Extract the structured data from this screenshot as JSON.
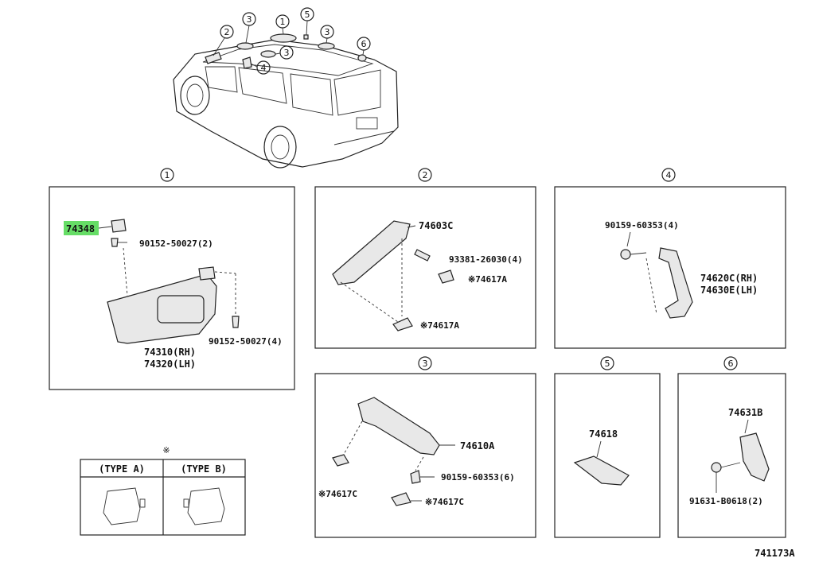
{
  "callouts": {
    "c1": "1",
    "c2": "2",
    "c3": "3",
    "c4": "4",
    "c5": "5",
    "c6": "6"
  },
  "panel1": {
    "highlight_part": "74348",
    "screw_top": "90152-50027(2)",
    "visor_rh": "74310(RH)",
    "visor_lh": "74320(LH)",
    "screw_bottom": "90152-50027(4)"
  },
  "panel2": {
    "grip": "74603C",
    "screw": "93381-26030(4)",
    "cap1": "※74617A",
    "cap2": "※74617A"
  },
  "panel4": {
    "screw": "90159-60353(4)",
    "grip_rh": "74620C(RH)",
    "grip_lh": "74630E(LH)"
  },
  "panel3": {
    "grip": "74610A",
    "screw": "90159-60353(6)",
    "cap_left": "※74617C",
    "cap_right": "※74617C"
  },
  "panel5": {
    "part": "74618"
  },
  "panel6": {
    "part": "74631B",
    "screw": "91631-B0618(2)"
  },
  "types": {
    "marker": "※",
    "type_a": "(TYPE A)",
    "type_b": "(TYPE B)"
  },
  "figure_id": "741173A",
  "colors": {
    "highlight": "#66dd66",
    "line": "#222222"
  }
}
